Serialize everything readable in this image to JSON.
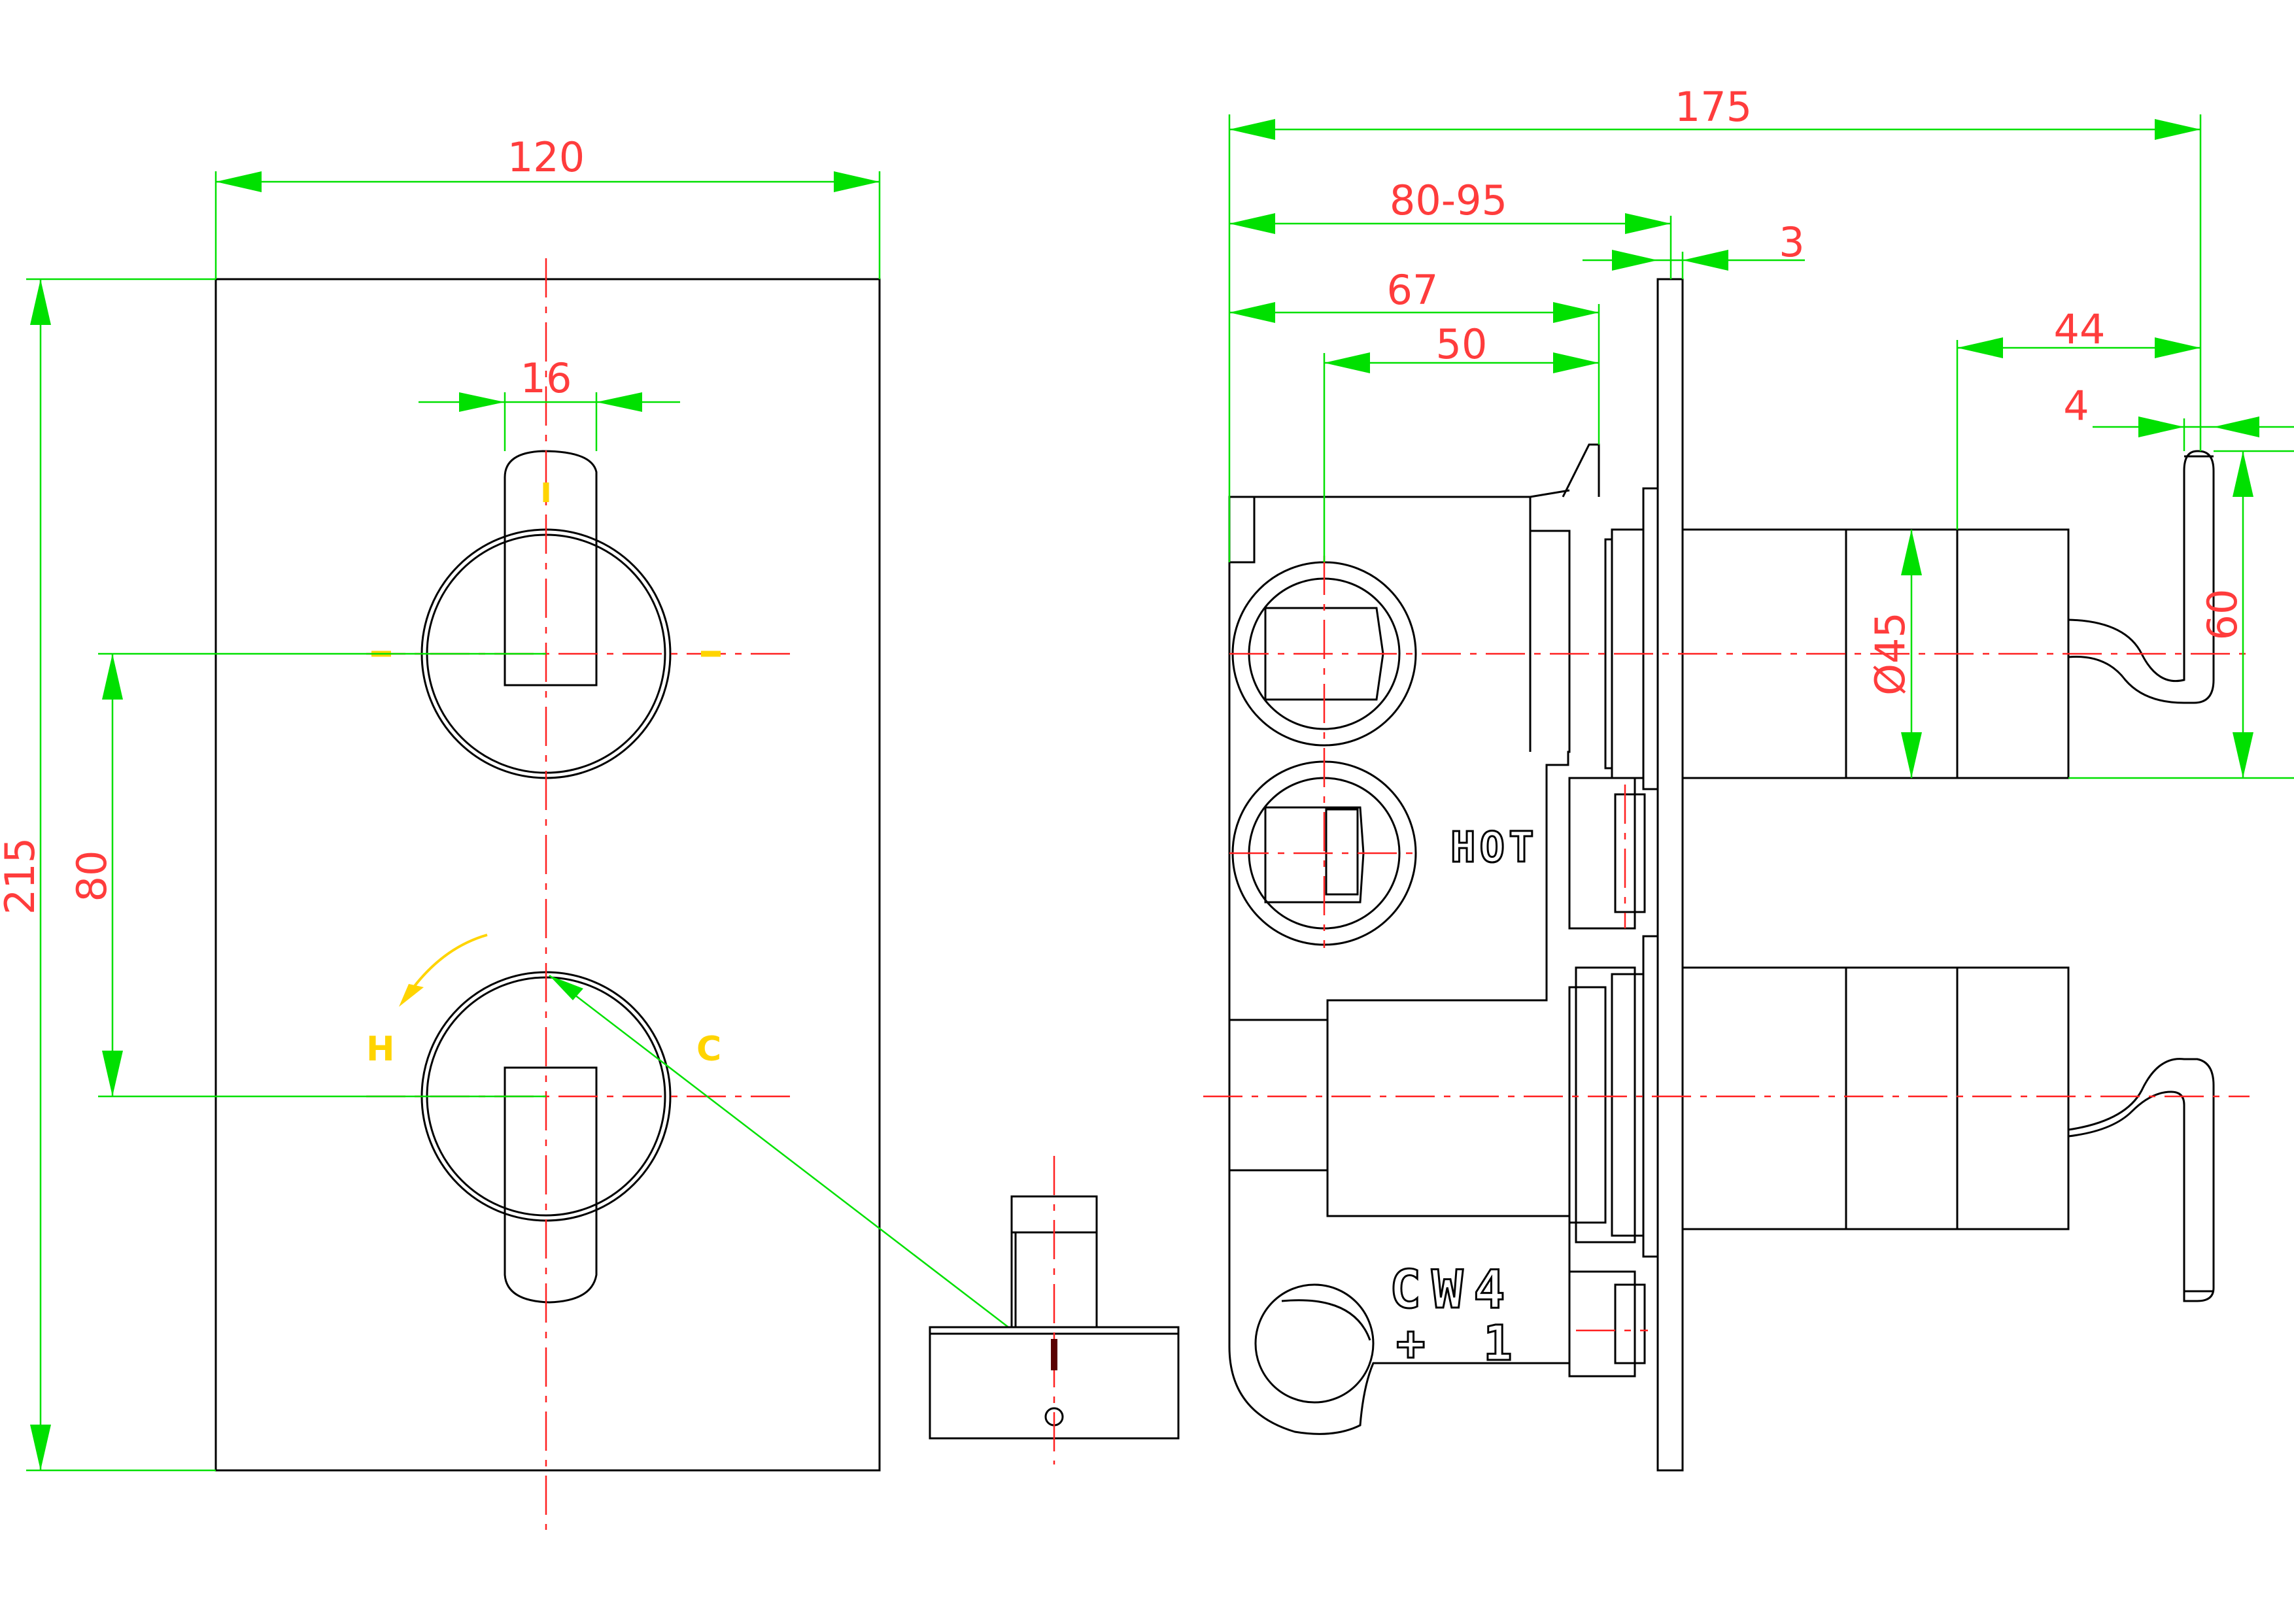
{
  "colors": {
    "outline": "#000000",
    "dimension_line": "#00e000",
    "arrowhead": "#00e000",
    "dimension_text": "#ff3c3c",
    "centerline": "#ff2020",
    "markers": "#ffd400"
  },
  "front_view": {
    "width_dim": "120",
    "handle_width_dim": "16",
    "height_dim": "215",
    "spacing_dim": "80",
    "hot_label": "H",
    "cold_label": "C"
  },
  "side_view": {
    "overall_depth_dim": "175",
    "adjustment_range_dim": "80-95",
    "plate_thickness_dim": "3",
    "depth_67_dim": "67",
    "depth_50_dim": "50",
    "handle_reach_dim": "44",
    "handle_tip_dim": "4",
    "handle_height_dim": "60",
    "knob_diameter_dim": "Ø45",
    "hot_stamp": "HOT",
    "cw_stamp": "CW4",
    "plus_stamp": "+ 1"
  }
}
